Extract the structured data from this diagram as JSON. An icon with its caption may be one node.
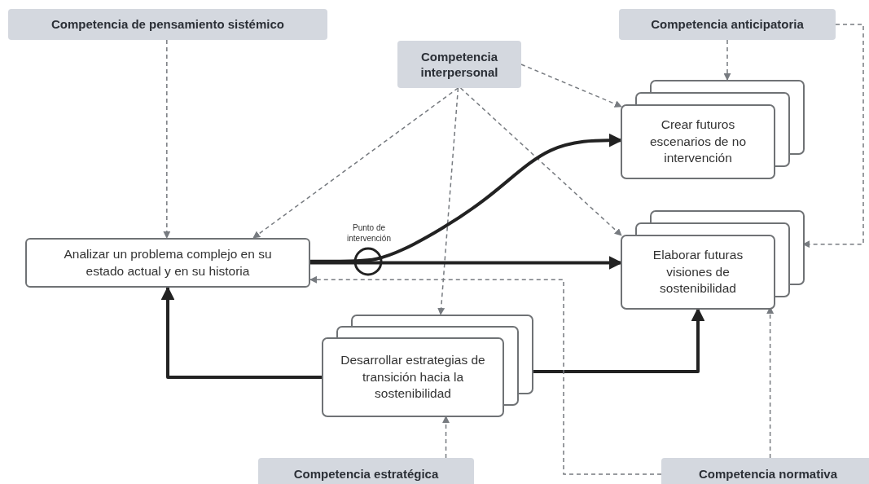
{
  "diagram": {
    "nodes": [
      {
        "text": [
          "Competencia de pensamiento sistémico"
        ]
      },
      {
        "text": [
          "Competencia interpersonal"
        ]
      },
      {
        "text": [
          "Competencia anticipatoria"
        ]
      },
      {
        "text": [
          "Crear futuros escenarios de no intervención"
        ]
      },
      {
        "text": [
          "Analizar un problema complejo en su estado actual y en su historia"
        ]
      },
      {
        "text": [
          "Elaborar futuras visiones de sostenibilidad"
        ]
      },
      {
        "text": [
          "Desarrollar estrategias de transición hacia la sostenibilidad"
        ]
      },
      {
        "text": [
          "Competencia estratégica"
        ]
      },
      {
        "text": [
          "Competencia normativa"
        ]
      }
    ],
    "edges": [
      {
        "from": 0,
        "to": 4,
        "arrow": "to",
        "style": "dashed"
      },
      {
        "from": 1,
        "to": 4,
        "arrow": "to",
        "style": "dashed"
      },
      {
        "from": 1,
        "to": 3,
        "arrow": "to",
        "style": "dashed"
      },
      {
        "from": 1,
        "to": 5,
        "arrow": "to",
        "style": "dashed"
      },
      {
        "from": 1,
        "to": 6,
        "arrow": "to",
        "style": "dashed"
      },
      {
        "from": 2,
        "to": 3,
        "arrow": "to",
        "style": "dashed"
      },
      {
        "from": 2,
        "to": 5,
        "arrow": "to",
        "style": "dashed"
      },
      {
        "from": 4,
        "to": 3,
        "arrow": "to",
        "style": "thick",
        "color": "#222222"
      },
      {
        "from": 4,
        "to": 5,
        "arrow": "to",
        "style": "thick",
        "color": "#222222"
      },
      {
        "from": 6,
        "to": 4,
        "arrow": "to",
        "style": "thick",
        "color": "#222222"
      },
      {
        "from": 6,
        "to": 5,
        "arrow": "to",
        "style": "thick",
        "color": "#222222"
      },
      {
        "from": 7,
        "to": 6,
        "arrow": "to",
        "style": "dashed"
      },
      {
        "from": 8,
        "to": 5,
        "arrow": "to",
        "style": "dashed"
      },
      {
        "from": 8,
        "to": 4,
        "arrow": "to",
        "style": "dashed"
      }
    ],
    "labels": [
      "Punto de intervención"
    ]
  }
}
